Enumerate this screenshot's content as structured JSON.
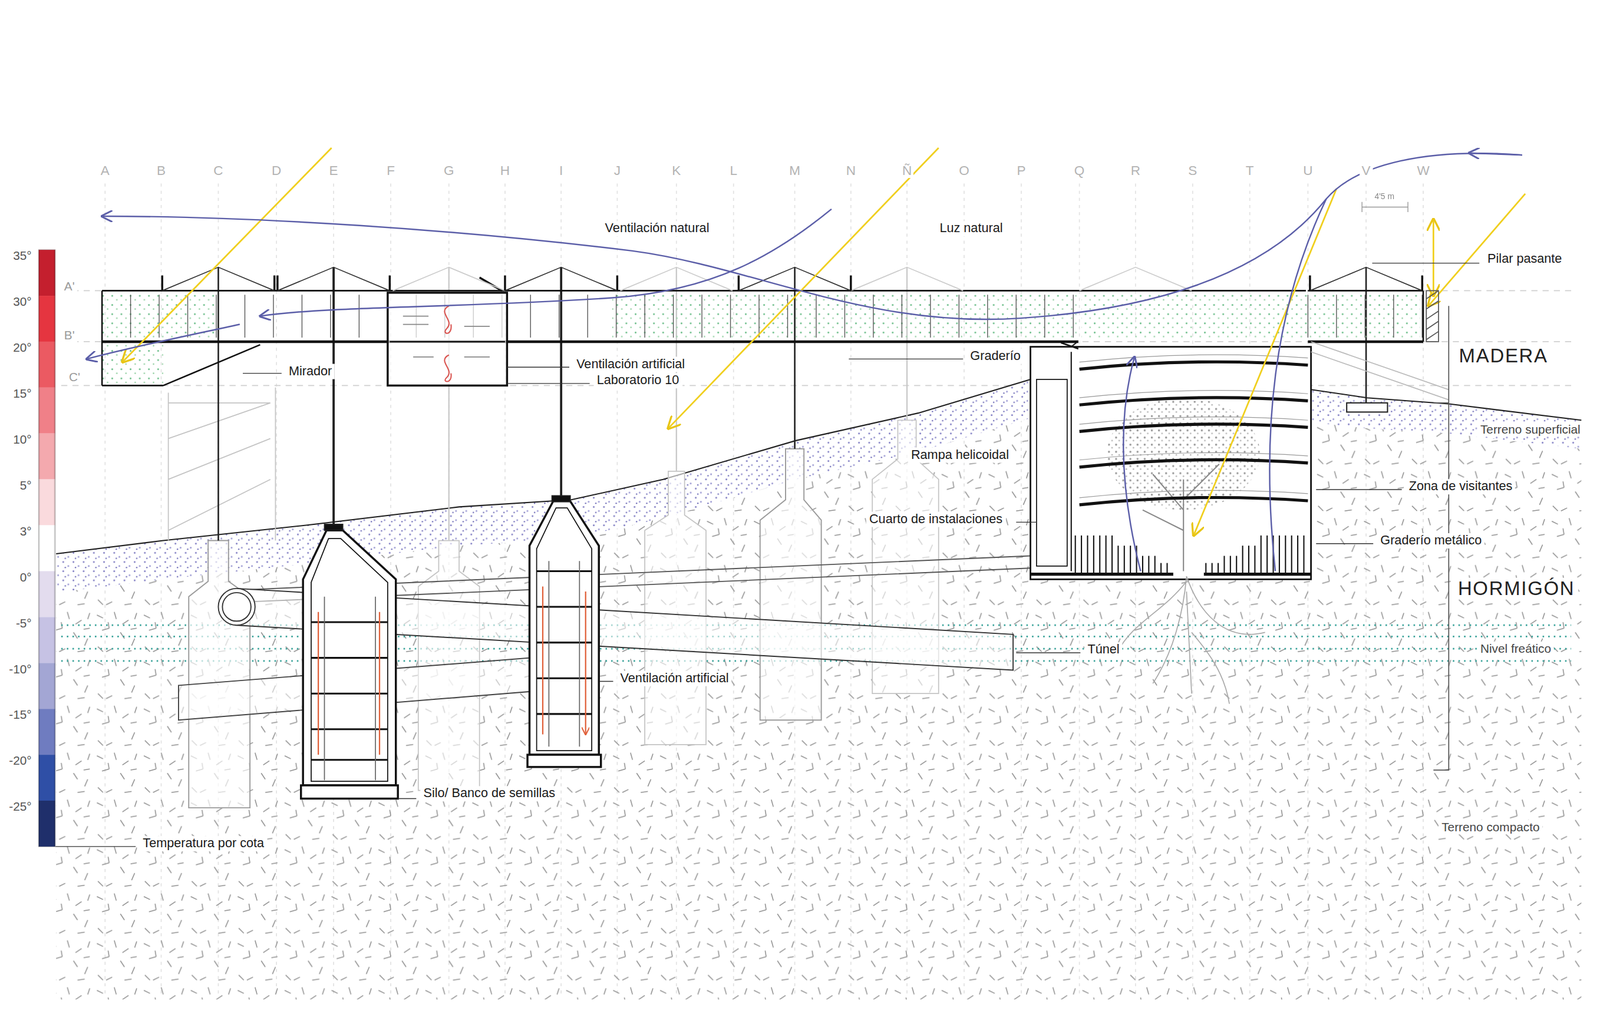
{
  "diagram": {
    "labels": [
      "A",
      "B",
      "C",
      "D",
      "E",
      "F",
      "G",
      "H",
      "I",
      "J",
      "K",
      "L",
      "M",
      "N",
      "Ñ",
      "O",
      "P",
      "Q",
      "R",
      "S",
      "T",
      "U",
      "V",
      "W",
      "A'",
      "B'",
      "C'",
      "4'5 m",
      "Ventilación natural",
      "Luz natural",
      "Pilar pasante",
      "MADERA",
      "Mirador",
      "Ventilación artificial",
      "Laboratorio 10",
      "Graderío",
      "Terreno superficial",
      "Rampa helicoidal",
      "Zona de visitantes",
      "Cuarto de instalaciones",
      "Graderío metálico",
      "HORMIGÓN",
      "Túnel",
      "Nivel freático",
      "Ventilación artificial",
      "Silo/ Banco de semillas",
      "Temperatura por cota",
      "Terreno compacto"
    ],
    "legend": [
      {
        "text": "35°",
        "color": "#c41f2e"
      },
      {
        "text": "30°",
        "color": "#e53540"
      },
      {
        "text": "20°",
        "color": "#eb5a62"
      },
      {
        "text": "15°",
        "color": "#f08088"
      },
      {
        "text": "10°",
        "color": "#f4a9ae"
      },
      {
        "text": "5°",
        "color": "#fadadd"
      },
      {
        "text": "3°",
        "color": "#ffffff"
      },
      {
        "text": "0°",
        "color": "#e3dcee"
      },
      {
        "text": "-5°",
        "color": "#c6c2e4"
      },
      {
        "text": "-10°",
        "color": "#a3a6d4"
      },
      {
        "text": "-15°",
        "color": "#6f7cc0"
      },
      {
        "text": "-20°",
        "color": "#2f4fa6"
      },
      {
        "text": "-25°",
        "color": "#1f2f6b"
      }
    ]
  }
}
